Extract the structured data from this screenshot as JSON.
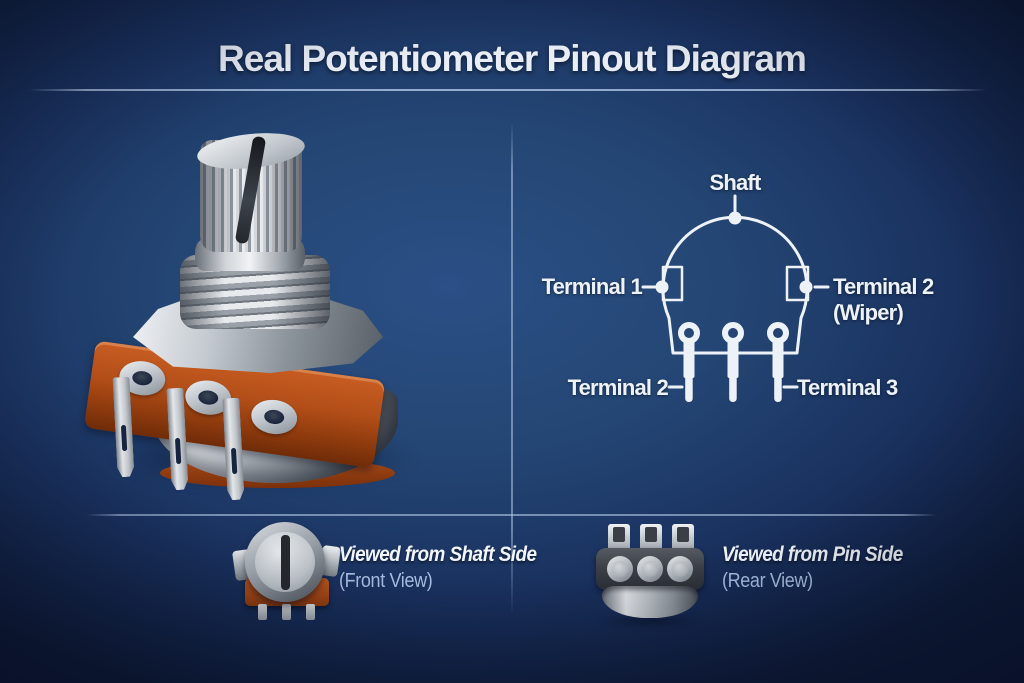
{
  "title": "Real Potentiometer Pinout Diagram",
  "schematic": {
    "shaft": "Shaft",
    "terminal_left": "Terminal 1",
    "terminal_right_line1": "Terminal 2",
    "terminal_right_line2": "(Wiper)",
    "terminal_bottom_left": "Terminal 2",
    "terminal_bottom_right": "Terminal 3"
  },
  "views": {
    "front": {
      "title": "Viewed from Shaft Side",
      "subtitle": "(Front View)"
    },
    "rear": {
      "title": "Viewed from Pin Side",
      "subtitle": "(Rear View)"
    }
  },
  "colors": {
    "background_center": "#2b4f86",
    "background_edge": "#0e1b3a",
    "schematic_line": "#edf2f9",
    "divider": "#b0c6e4",
    "wafer_orange": "#b5501a",
    "metal_light": "#e8ebee",
    "metal_dark": "#4c535b"
  }
}
